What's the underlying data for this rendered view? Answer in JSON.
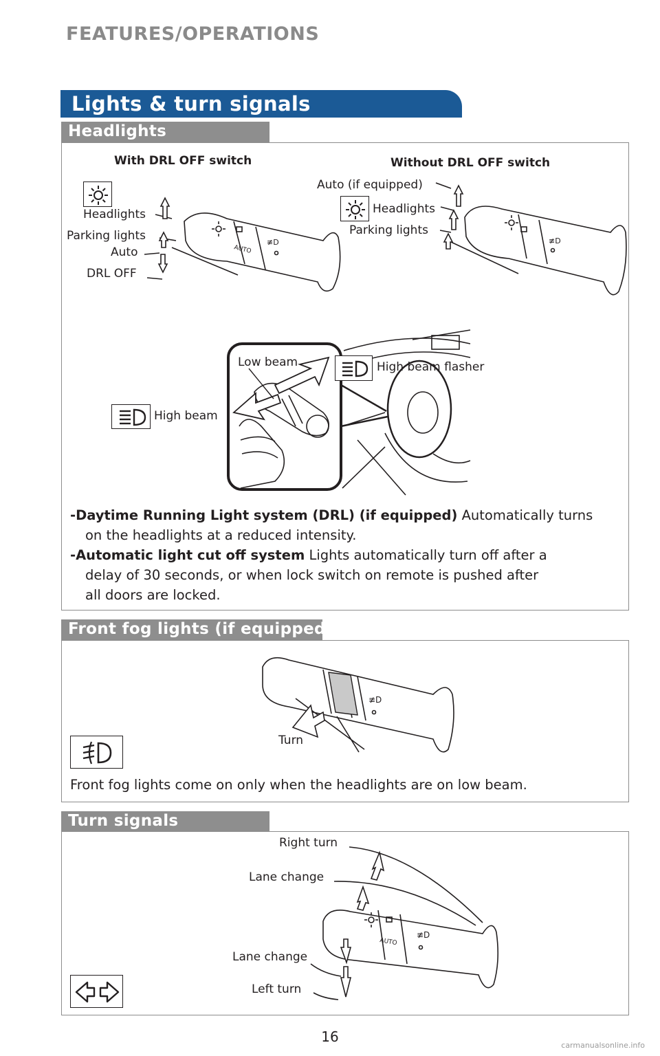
{
  "page": {
    "section_kicker": "FEATURES/OPERATIONS",
    "title": "Lights & turn signals",
    "page_number": "16",
    "watermark": "carmanualsonline.info"
  },
  "headlights": {
    "tab_label": "Headlights",
    "with_drl_title": "With DRL OFF switch",
    "without_drl_title": "Without DRL OFF switch",
    "with_drl_labels": [
      "Headlights",
      "Parking lights",
      "Auto",
      "DRL OFF"
    ],
    "without_drl_labels": [
      "Auto (if equipped)",
      "Headlights",
      "Parking lights"
    ],
    "beam_labels": {
      "low_beam": "Low beam",
      "high_beam": "High beam",
      "high_beam_flasher": "High beam flasher"
    },
    "notes": [
      {
        "term": "-Daytime Running Light system (DRL) (if equipped)",
        "text": " Automatically turns",
        "cont": "on the headlights at a reduced intensity."
      },
      {
        "term": "-Automatic light cut off system",
        "text": " Lights automatically turn off after a",
        "cont": "delay of 30 seconds, or when lock switch on remote is pushed after",
        "cont2": "all doors are locked."
      }
    ]
  },
  "fog": {
    "tab_label": "Front fog lights (if equipped)",
    "turn_label": "Turn",
    "note": "Front fog lights come on only when the headlights are on low beam."
  },
  "turn_signals": {
    "tab_label": "Turn signals",
    "labels": [
      "Right turn",
      "Lane change",
      "Lane change",
      "Left turn"
    ]
  },
  "icons": [
    "headlight-sun-icon",
    "high-beam-icon",
    "fog-light-icon",
    "turn-signal-arrows-icon"
  ],
  "colors": {
    "banner": "#1b5a96",
    "tab": "#8e8e8e",
    "text": "#231f20"
  }
}
